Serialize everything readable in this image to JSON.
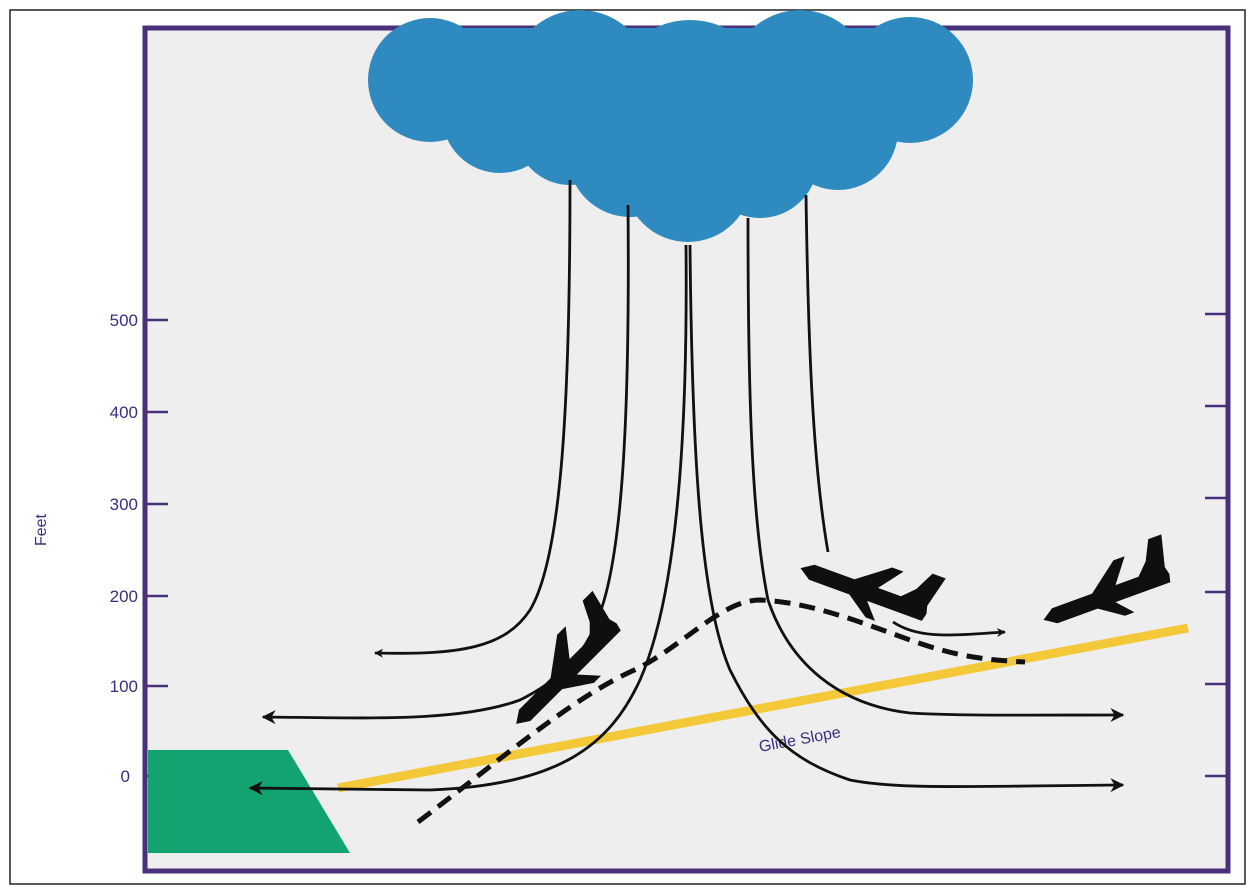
{
  "axis": {
    "label": "Feet",
    "ticks": [
      "500",
      "400",
      "300",
      "200",
      "100",
      "0"
    ]
  },
  "glide_slope_label": "Glide Slope",
  "colors": {
    "frame": "#4a2f7a",
    "plot_background": "#eeeeee",
    "cloud": "#2f8bbf",
    "runway": "#12a371",
    "glide_slope": "#f3c93a",
    "airflow": "#111111",
    "aircraft": "#0f0f0f",
    "text": "#3a2f80"
  },
  "icons": [
    "storm-cloud-icon",
    "aircraft-icon",
    "runway-shape"
  ]
}
